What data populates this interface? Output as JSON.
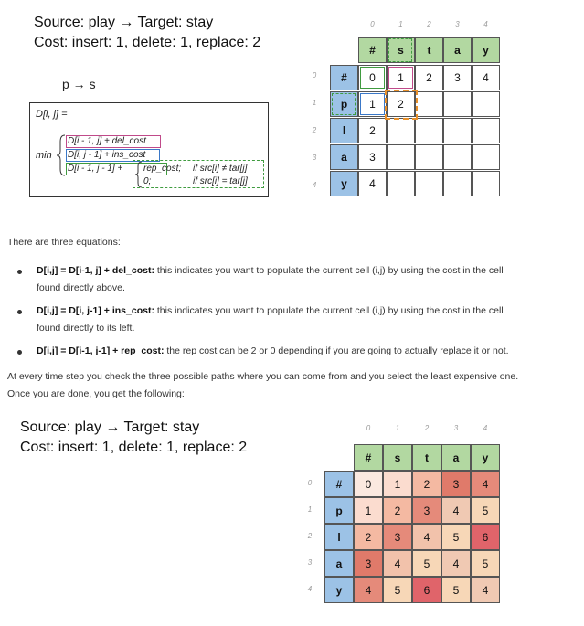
{
  "top": {
    "source_line": "Source: play → Target: stay",
    "cost_line": "Cost: insert: 1,  delete: 1, replace: 2",
    "p_to_s": "p → s"
  },
  "formula": {
    "lhs": "D[i, j] =",
    "min": "min",
    "line1": "D[i - 1, j] + del_cost",
    "line2": "D[i, j - 1] + ins_cost",
    "line3": "D[i - 1, j - 1] +",
    "case1": "rep_cost;",
    "case1_cond": "if src[i] ≠ tar[j]",
    "case2": "0;",
    "case2_cond": "if src[i] = tar[j]"
  },
  "top_table": {
    "col_indices": [
      "0",
      "1",
      "2",
      "3",
      "4"
    ],
    "row_indices": [
      "0",
      "1",
      "2",
      "3",
      "4"
    ],
    "corner": "#",
    "target_chars": [
      "#",
      "s",
      "t",
      "a",
      "y"
    ],
    "source_chars": [
      "p",
      "l",
      "a",
      "y"
    ],
    "row0": [
      "0",
      "1",
      "2",
      "3",
      "4"
    ],
    "col0": [
      "1",
      "2",
      "3",
      "4"
    ],
    "cell_1_1": "2"
  },
  "text": {
    "intro": "There are three equations:",
    "b1_bold": "D[i,j] = D[i-1, j] + del_cost:",
    "b1_rest": " this indicates you want to populate the current cell (i,j) by using the cost in the cell",
    "b1_rest2": "found directly above.",
    "b2_bold": "D[i,j] = D[i, j-1] + ins_cost:",
    "b2_rest": " this indicates you want to populate the current cell (i,j) by using the cost in the cell",
    "b2_rest2": "found directly to its left.",
    "b3_bold": "D[i,j] = D[i-1, j-1] + rep_cost:",
    "b3_rest": " the rep cost can be 2 or 0 depending if you are going to actually replace it or not.",
    "outro1": "At every time step you check the three possible paths where you can come from and you select the least expensive one.",
    "outro2": "Once you are done, you get the following:"
  },
  "bottom": {
    "source_line": "Source: play → Target: stay",
    "cost_line": "Cost: insert: 1,  delete: 1, replace: 2",
    "col_indices": [
      "0",
      "1",
      "2",
      "3",
      "4"
    ],
    "row_indices": [
      "0",
      "1",
      "2",
      "3",
      "4"
    ],
    "header": [
      "#",
      "s",
      "t",
      "a",
      "y"
    ],
    "row_labels": [
      "#",
      "p",
      "l",
      "a",
      "y"
    ],
    "matrix": [
      [
        "0",
        "1",
        "2",
        "3",
        "4"
      ],
      [
        "1",
        "2",
        "3",
        "4",
        "5"
      ],
      [
        "2",
        "3",
        "4",
        "5",
        "6"
      ],
      [
        "3",
        "4",
        "5",
        "4",
        "5"
      ],
      [
        "4",
        "5",
        "6",
        "5",
        "4"
      ]
    ],
    "matrix_colors": [
      [
        "#fbe9e0",
        "#fbdccf",
        "#f4b9a2",
        "#e07a6a",
        "#e58a7a"
      ],
      [
        "#fbdccf",
        "#f4b9a2",
        "#e58a7a",
        "#f0c9b3",
        "#f7d7b7"
      ],
      [
        "#f4b9a2",
        "#e58a7a",
        "#f2c2ab",
        "#f7d7b7",
        "#e0646a"
      ],
      [
        "#e07a6a",
        "#f2c2ab",
        "#f7d7b7",
        "#f0c9b3",
        "#f7d7b7"
      ],
      [
        "#e58a7a",
        "#f7d7b7",
        "#e0646a",
        "#f7d7b7",
        "#f0c9b3"
      ]
    ]
  }
}
